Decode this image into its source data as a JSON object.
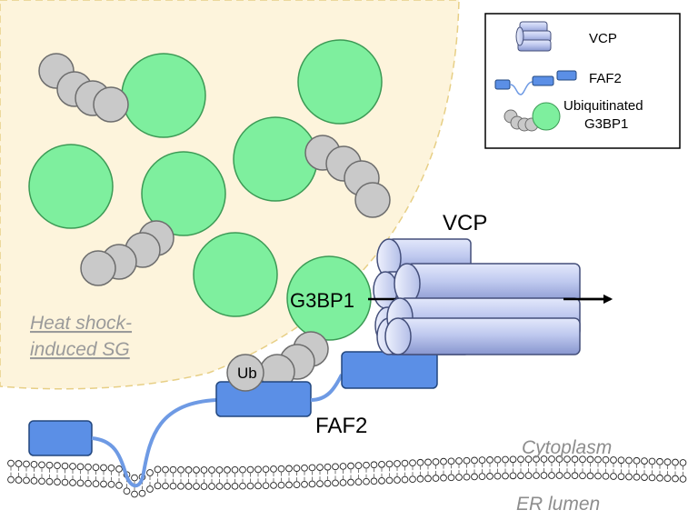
{
  "labels": {
    "vcp": "VCP",
    "g3bp1": "G3BP1",
    "ub": "Ub",
    "faf2": "FAF2",
    "sg_line1": "Heat shock-",
    "sg_line2": "induced SG",
    "cytoplasm": "Cytoplasm",
    "er_lumen": "ER lumen"
  },
  "legend": {
    "items": [
      {
        "key": "vcp",
        "label": "VCP"
      },
      {
        "key": "faf2",
        "label": "FAF2"
      },
      {
        "key": "g3bp1",
        "label_line1": "Ubiquitinated",
        "label_line2": "G3BP1"
      }
    ]
  },
  "colors": {
    "sg_fill": "#fdf4dc",
    "sg_border": "#e7cf86",
    "g3bp1_fill": "#7eef9e",
    "g3bp1_stroke": "#3c9a55",
    "ub_fill": "#c9c9c9",
    "ub_stroke": "#6d6d6d",
    "faf2_fill": "#5b8fe6",
    "faf2_stroke": "#22477f",
    "vcp_fill": "#c8d1f0",
    "vcp_stroke": "#444f7a",
    "membrane_text": "#8d8d8d",
    "sg_text": "#9a9a9a"
  }
}
